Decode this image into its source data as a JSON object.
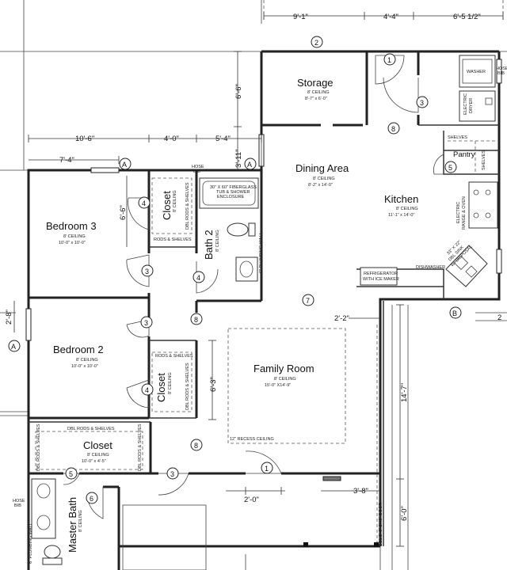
{
  "rooms": {
    "storage": {
      "name": "Storage",
      "ceiling": "8' CEILING",
      "size": "8'-7\" x 6'-0\""
    },
    "dining": {
      "name": "Dining Area",
      "ceiling": "8' CEILING",
      "size": "8'-2\" x 14'-0\""
    },
    "kitchen": {
      "name": "Kitchen",
      "ceiling": "8' CEILING",
      "size": "11'-1\" x 14'-0\""
    },
    "bedroom3": {
      "name": "Bedroom 3",
      "ceiling": "8' CEILING",
      "size": "10'-0\" x 10'-0\""
    },
    "bedroom2": {
      "name": "Bedroom 2",
      "ceiling": "8' CEILING",
      "size": "10'-0\" x 10'-0\""
    },
    "family": {
      "name": "Family Room",
      "ceiling": "8' CEILING",
      "size": "15'-0\" X14'-9\""
    },
    "closet_main": {
      "name": "Closet",
      "ceiling": "8' CEILING",
      "size": "10'-0\" x 4'-5\""
    },
    "closet_b3": {
      "name": "Closet",
      "ceiling": "8' CEILING"
    },
    "closet_b2": {
      "name": "Closet",
      "ceiling": "8' CEILING"
    },
    "bath2": {
      "name": "Bath 2",
      "ceiling": "8' CEILING"
    },
    "master_bath": {
      "name": "Master Bath",
      "ceiling": "8' CEILING"
    },
    "pantry": {
      "name": "Pantry"
    }
  },
  "dimensions": {
    "d_9_1": "9'-1\"",
    "d_4_4": "4'-4\"",
    "d_6_5": "6'-5 1/2\"",
    "d_6_6a": "6'-6\"",
    "d_10_6": "10'-6\"",
    "d_4_0": "4'-0\"",
    "d_5_4": "5'-4\"",
    "d_7_4": "7'-4\"",
    "d_3_11": "3'-11\"",
    "d_6_6b": "6'-6\"",
    "d_2_8": "2'-8\"",
    "d_2_2": "2'-2\"",
    "d_6_3": "6'-3\"",
    "d_14_7": "14'-7\"",
    "d_2_0": "2'-0\"",
    "d_3_8": "3'-8\"",
    "d_6_0": "6'-0\"",
    "d_2": "2"
  },
  "notes": {
    "tub": [
      "30\" X 60\" FIBERGLASS",
      "TUB & SHOWER",
      "ENCLOSURE"
    ],
    "hose_bib": [
      "HOSE",
      "BIB"
    ],
    "plumbing_wall": "6\" PLUMBING WALL",
    "rods_shelves": "RODS & SHELVES",
    "dbl_rods_shelves": "DBL RODS & SHELVES",
    "shelves": "SHELVES",
    "washer": "WASHER",
    "dryer": [
      "ELECTRIC",
      "DRYER"
    ],
    "range": [
      "ELECTRIC",
      "RANGE & OVEN"
    ],
    "sink": [
      "33\" X 22\"",
      "DBL SINK",
      "W/ DISPOSAL"
    ],
    "dishwasher": "DISHWASHER",
    "refrigerator": [
      "REFRIGERATOR",
      "WITH ICE MAKER"
    ],
    "recess": "12\" RECESS CEILING",
    "door_header": "DBL 2'-6\" 2'X6\" DOOR"
  },
  "markers": {
    "a": "A",
    "b": "B",
    "n1": "1",
    "n2": "2",
    "n3": "3",
    "n4": "4",
    "n5": "5",
    "n6": "6",
    "n7": "7",
    "n8": "8"
  }
}
